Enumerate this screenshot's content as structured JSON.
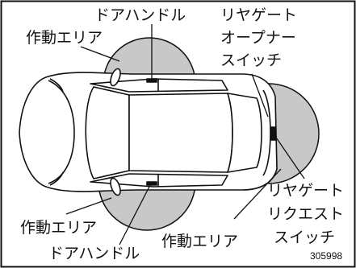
{
  "labels": {
    "door_handle_top": "ドアハンドル",
    "operating_area_top": "作動エリア",
    "rear_gate_opener_line1": "リヤゲート",
    "rear_gate_opener_line2": "オープナー",
    "rear_gate_opener_line3": "スイッチ",
    "rear_gate_request_line1": "リヤゲート",
    "rear_gate_request_line2": "リクエスト",
    "rear_gate_request_line3": "スイッチ",
    "operating_area_left_bottom": "作動エリア",
    "operating_area_center_bottom": "作動エリア",
    "door_handle_bottom": "ドアハンドル",
    "figure_code": "305998"
  },
  "colors": {
    "area_fill": "#c8c8c8",
    "line": "#111111",
    "background": "#ffffff"
  }
}
